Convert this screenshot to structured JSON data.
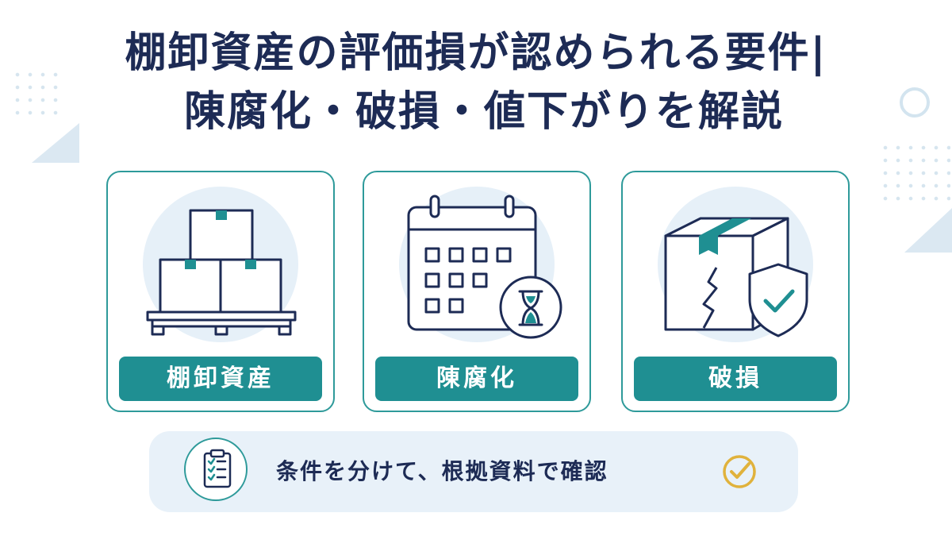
{
  "title": {
    "line1": "棚卸資産の評価損が認められる要件|",
    "line2": "陳腐化・破損・値下がりを解説"
  },
  "cards": [
    {
      "label": "棚卸資産",
      "icon": "stacked-boxes-on-pallet-icon"
    },
    {
      "label": "陳腐化",
      "icon": "calendar-with-hourglass-icon"
    },
    {
      "label": "破損",
      "icon": "cracked-box-with-shield-icon"
    }
  ],
  "banner": {
    "message": "条件を分けて、根拠資料で確認",
    "left_icon": "clipboard-checklist-icon",
    "right_icon": "check-circle-icon"
  },
  "colors": {
    "title_text": "#1d2b55",
    "accent_teal": "#1f8f92",
    "card_border": "#2e9a9a",
    "icon_stroke": "#1d2b55",
    "banner_bg": "#e8f1f9",
    "icon_blob": "#e6f0f8",
    "check_gold": "#e0b23c"
  }
}
